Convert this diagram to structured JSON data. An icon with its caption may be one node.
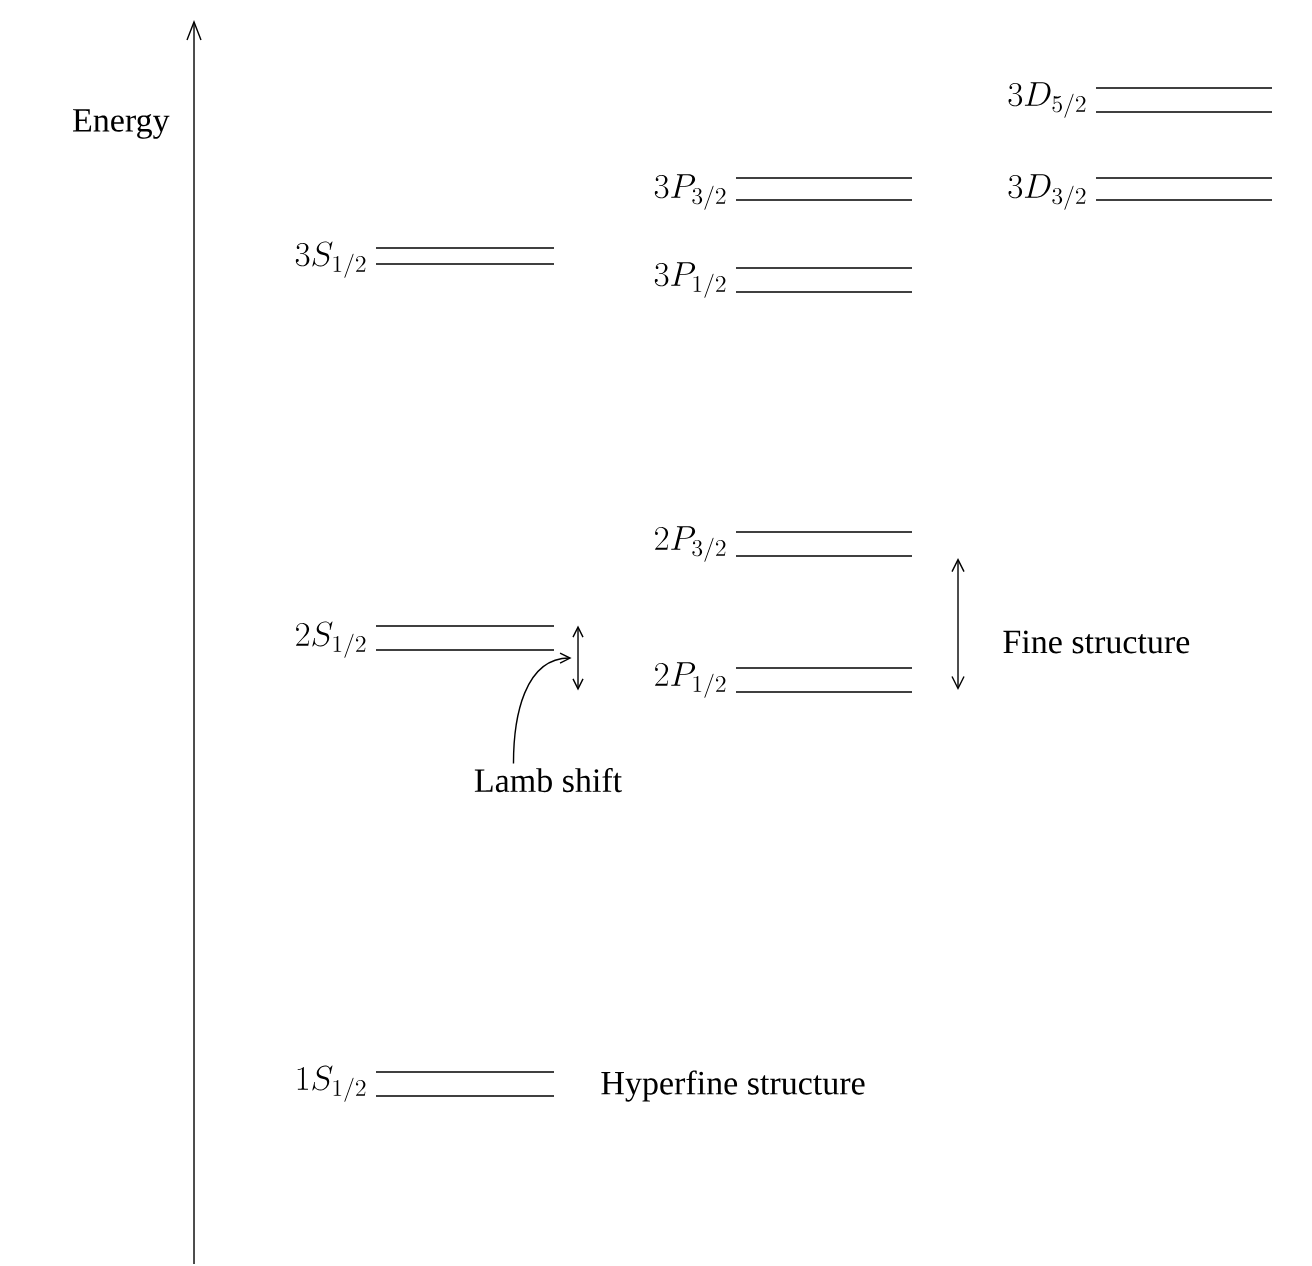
{
  "diagram": {
    "nodes": [
      {
        "text": [
          "3D_{5/2}"
        ]
      },
      {
        "text": [
          "3P_{3/2}"
        ]
      },
      {
        "text": [
          "3D_{3/2}"
        ]
      },
      {
        "text": [
          "3S_{1/2}"
        ]
      },
      {
        "text": [
          "3P_{1/2}"
        ]
      },
      {
        "text": [
          "2P_{3/2}"
        ]
      },
      {
        "text": [
          "2S_{1/2}"
        ]
      },
      {
        "text": [],
        "shape": "arrow"
      },
      {
        "text": [
          "2P_{1/2}"
        ]
      },
      {
        "text": [
          "Lamb shift"
        ]
      },
      {
        "text": [
          "1S_{1/2}"
        ]
      }
    ],
    "edges": [
      {
        "from": 9,
        "to": 7,
        "arrow": "to"
      }
    ],
    "labels": [
      "Energy",
      "Fine structure",
      "Hyperfine structure"
    ]
  }
}
